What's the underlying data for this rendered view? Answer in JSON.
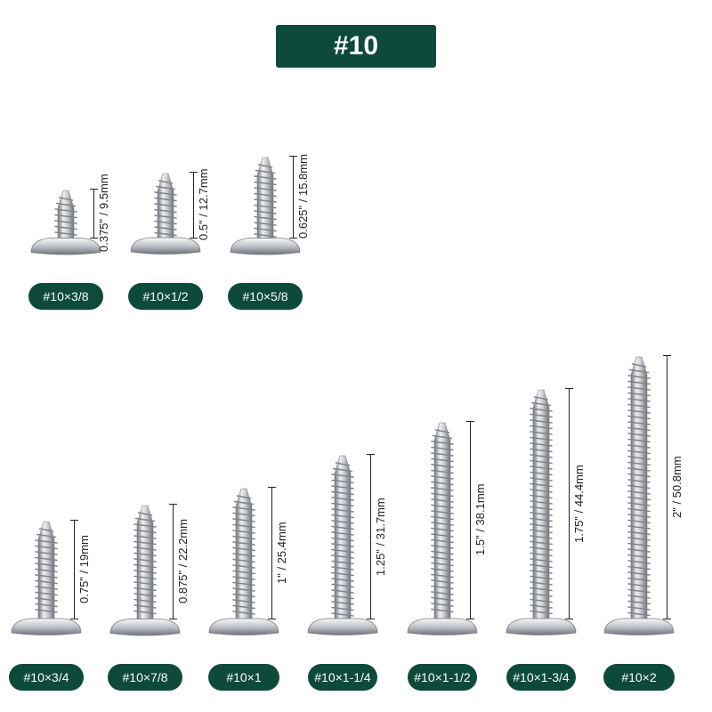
{
  "title": "#10",
  "colors": {
    "brand": "#0d4a3c",
    "metal_light": "#eef0f2",
    "metal_dark": "#6e737a"
  },
  "screws": [
    {
      "label": "#10×3/8",
      "size": "0.375\" / 9.5mm",
      "length_in": 0.375
    },
    {
      "label": "#10×1/2",
      "size": "0.5\" / 12.7mm",
      "length_in": 0.5
    },
    {
      "label": "#10×5/8",
      "size": "0.625\" / 15.8mm",
      "length_in": 0.625
    },
    {
      "label": "#10×3/4",
      "size": "0.75\" / 19mm",
      "length_in": 0.75
    },
    {
      "label": "#10×7/8",
      "size": "0.875\" / 22.2mm",
      "length_in": 0.875
    },
    {
      "label": "#10×1",
      "size": "1\" / 25.4mm",
      "length_in": 1.0
    },
    {
      "label": "#10×1-1/4",
      "size": "1.25\" / 31.7mm",
      "length_in": 1.25
    },
    {
      "label": "#10×1-1/2",
      "size": "1.5\" / 38.1mm",
      "length_in": 1.5
    },
    {
      "label": "#10×1-3/4",
      "size": "1.75\" / 44.4mm",
      "length_in": 1.75
    },
    {
      "label": "#10×2",
      "size": "2\" / 50.8mm",
      "length_in": 2.0
    }
  ]
}
